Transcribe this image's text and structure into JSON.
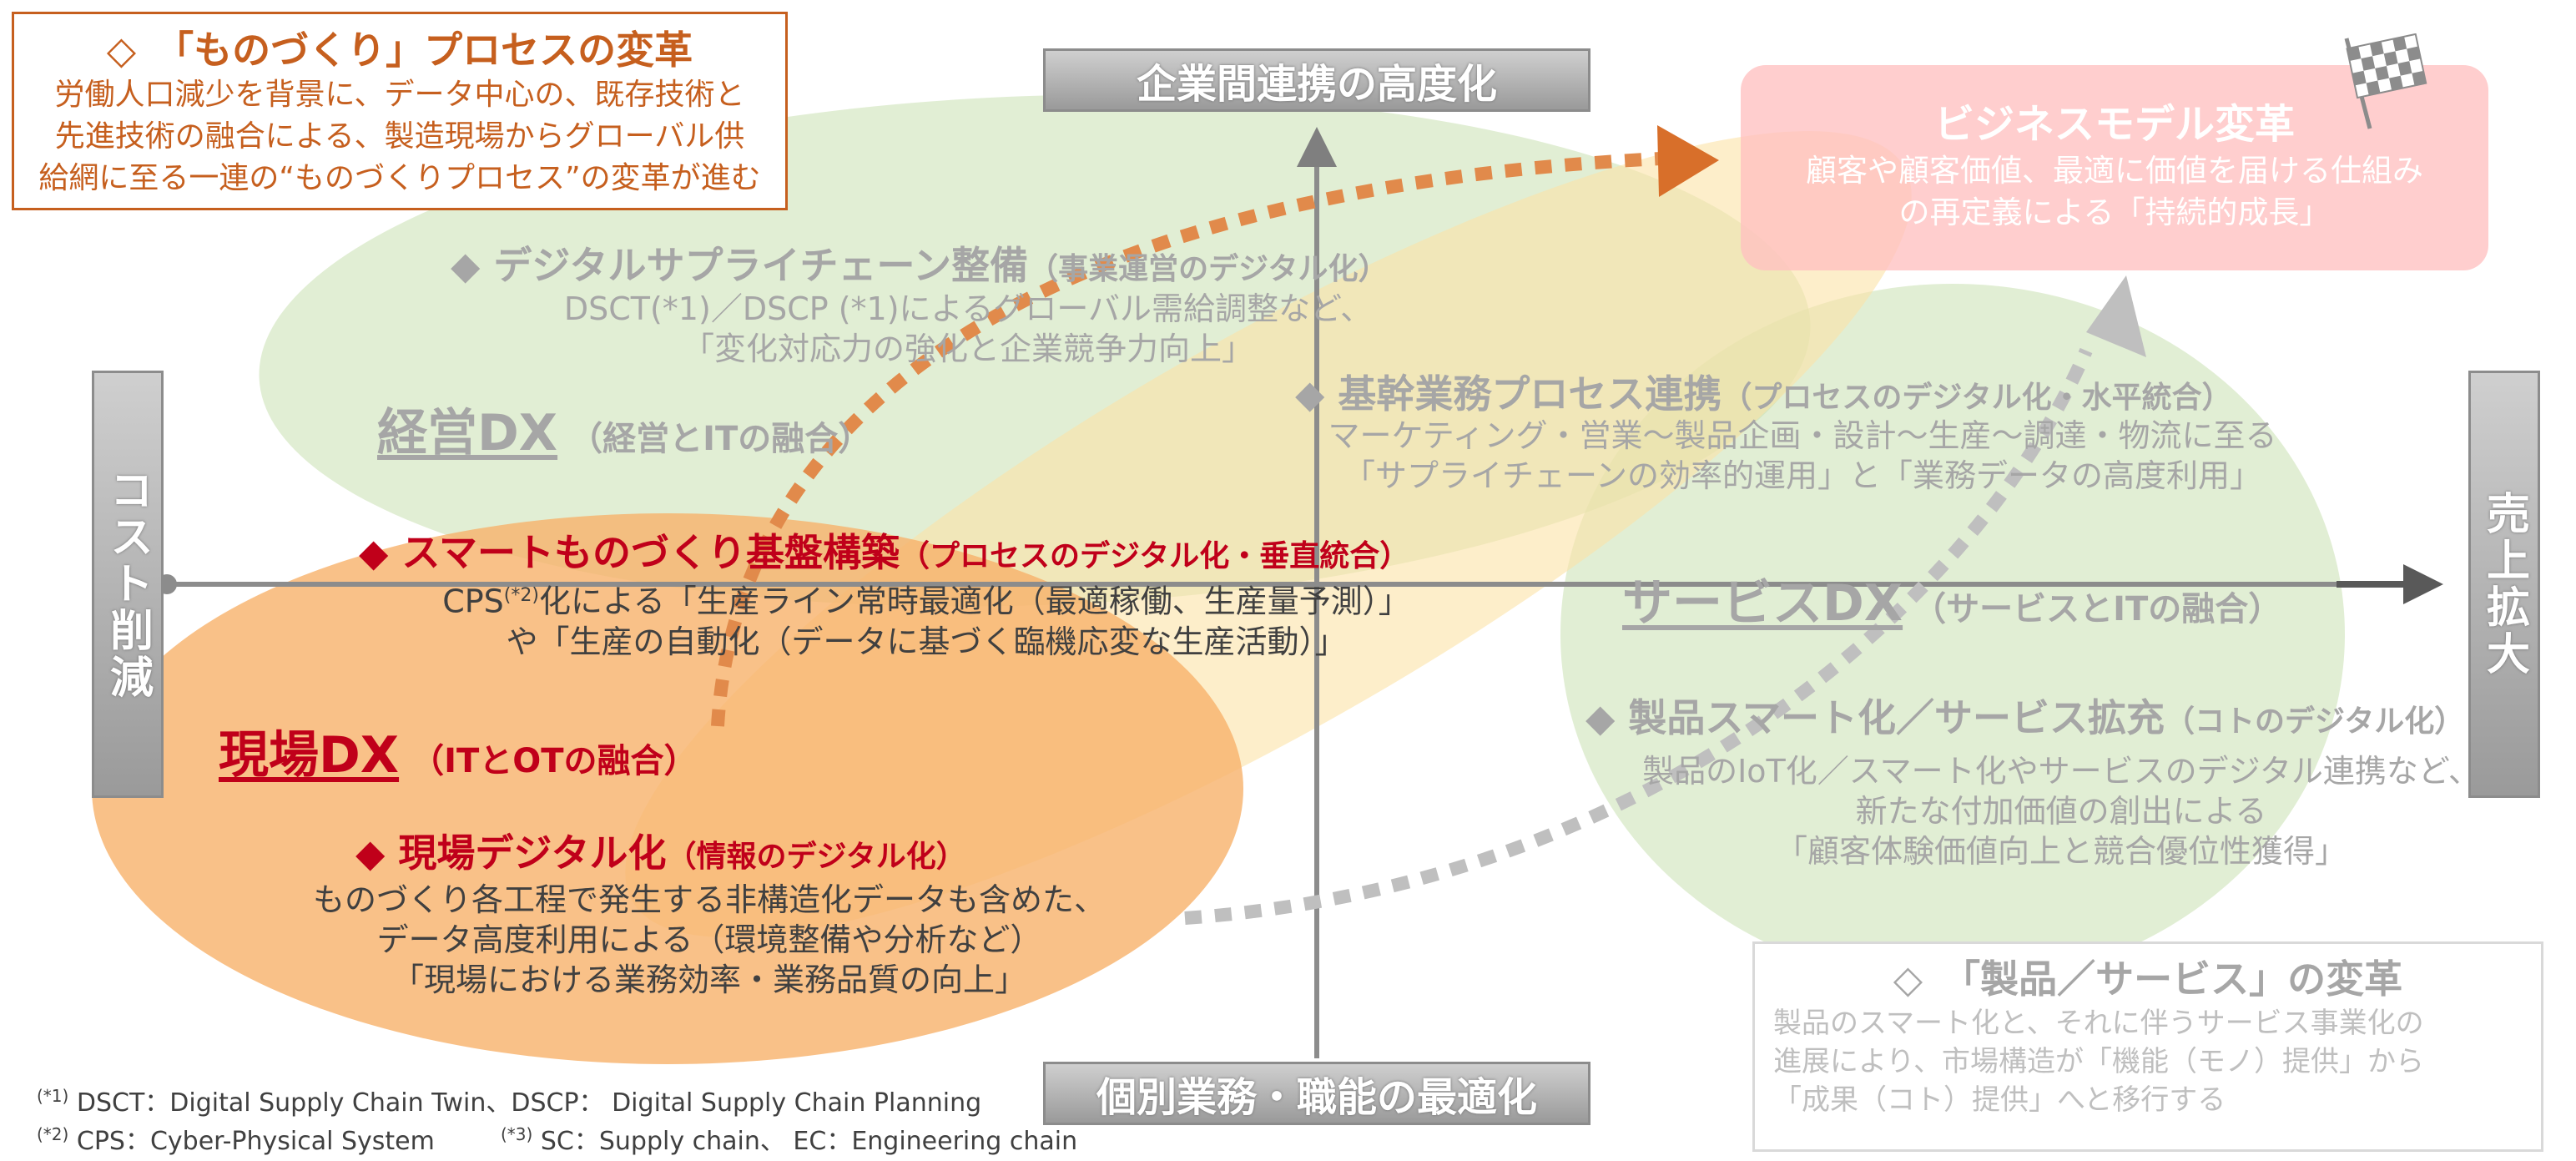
{
  "colors": {
    "orange_accent": "#c65f1e",
    "red_accent": "#c0001a",
    "grey_text": "#a6a6a6",
    "green_ellipse": "#c9e0b0",
    "yellow_ellipse": "#fbe2a6",
    "orange_ellipse": "#f8b26a",
    "pink_box": "#ffc0c0"
  },
  "process_box": {
    "title": "◇　「ものづくり」プロセスの変革",
    "lines": [
      "労働人口減少を背景に、データ中心の、既存技術と",
      "先進技術の融合による、製造現場からグローバル供",
      "給網に至る一連の“ものづくりプロセス”の変革が進む"
    ]
  },
  "product_box": {
    "title": "◇　「製品／サービス」の変革",
    "lines": [
      "製品のスマート化と、それに伴うサービス事業化の",
      "進展により、市場構造が「機能（モノ）提供」から",
      "「成果（コト）提供」へと移行する"
    ]
  },
  "axes": {
    "top": "企業間連携の高度化",
    "bottom": "個別業務・職能の最適化",
    "left": "コスト削減",
    "right": "売上拡大"
  },
  "business_model": {
    "title": "ビジネスモデル変革",
    "lines": [
      "顧客や顧客価値、最適に価値を届ける仕組み",
      "の再定義による「持続的成長」"
    ],
    "icon": "checkered-flag-icon"
  },
  "supply_chain": {
    "title": "◆ デジタルサプライチェーン整備",
    "sub": "（事業運営のデジタル化）",
    "lines": [
      "DSCT(*1)／DSCP (*1)によるグローバル需給調整など、",
      "「変化対応力の強化と企業競争力向上」"
    ]
  },
  "keiei_dx": {
    "label": "経営DX",
    "sub": "（経営とITの融合）"
  },
  "core_process": {
    "title": "◆ 基幹業務プロセス連携",
    "sub": "（プロセスのデジタル化・水平統合）",
    "lines": [
      "マーケティング・営業～製品企画・設計～生産～調達・物流に至る",
      "「サプライチェーンの効率的運用」と「業務データの高度利用」"
    ]
  },
  "smart_mono": {
    "title": "◆ スマートものづくり基盤構築",
    "sub": "（プロセスのデジタル化・垂直統合）",
    "line1_prefix": "CPS",
    "line1_sup": "(*2)",
    "line1_rest": "化による「生産ライン常時最適化（最適稼働、生産量予測）」",
    "line2": "や「生産の自動化（データに基づく臨機応変な生産活動）」"
  },
  "service_dx": {
    "label": "サービスDX",
    "sub": "（サービスとITの融合）"
  },
  "genba_dx": {
    "label": "現場DX",
    "sub": "（ITとOTの融合）"
  },
  "product_smart": {
    "title": "◆ 製品スマート化／サービス拡充",
    "sub": "（コトのデジタル化）",
    "lines": [
      "製品のIoT化／スマート化やサービスのデジタル連携など、",
      "新たな付加価値の創出による",
      "「顧客体験価値向上と競合優位性獲得」"
    ]
  },
  "genba_digital": {
    "title": "◆ 現場デジタル化",
    "sub": "（情報のデジタル化）",
    "lines": [
      "ものづくり各工程で発生する非構造化データも含めた、",
      "データ高度利用による（環境整備や分析など）",
      "「現場における業務効率・業務品質の向上」"
    ]
  },
  "notes": {
    "n1_mark": "(*1)",
    "n1": " DSCT：Digital Supply Chain Twin、DSCP： Digital Supply Chain Planning",
    "n2_mark": "(*2)",
    "n2": " CPS：Cyber-Physical System",
    "n3_mark": "(*3)",
    "n3": " SC：Supply chain、 EC：Engineering chain"
  }
}
